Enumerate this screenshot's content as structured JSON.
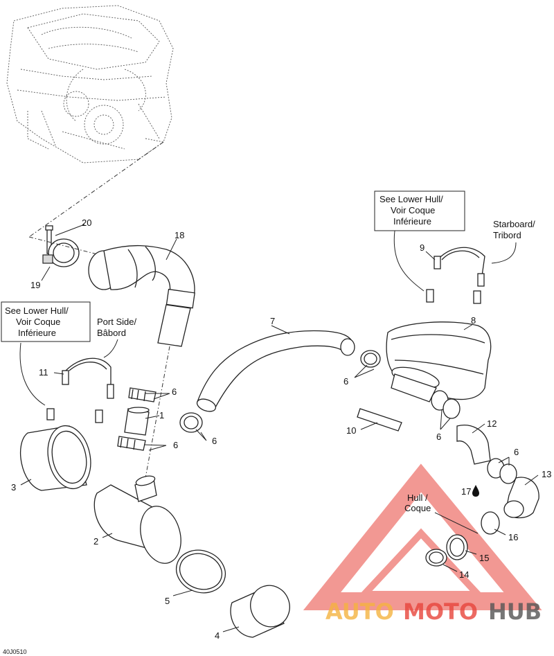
{
  "diagram_id": "40J0510",
  "callouts": {
    "c1": "1",
    "c2": "2",
    "c3": "3",
    "c4": "4",
    "c5": "5",
    "c6a": "6",
    "c6b": "6",
    "c6c": "6",
    "c6d": "6",
    "c6e": "6",
    "c6f": "6",
    "c7": "7",
    "c8": "8",
    "c9": "9",
    "c10": "10",
    "c11": "11",
    "c12": "12",
    "c13": "13",
    "c14": "14",
    "c15": "15",
    "c16": "16",
    "c17": "17",
    "c18": "18",
    "c19": "19",
    "c20": "20"
  },
  "boxes": {
    "right": [
      "See Lower Hull/",
      "Voir Coque",
      "Inférieure"
    ],
    "left": [
      "See Lower Hull/",
      "Voir Coque",
      "Inférieure"
    ]
  },
  "labels": {
    "starboard": [
      "Starboard/",
      "Tribord"
    ],
    "port": [
      "Port Side/",
      "Bâbord"
    ],
    "hull": [
      "Hull /",
      "Coque"
    ]
  },
  "watermark": {
    "a": "AUTO",
    "b": "MOTO",
    "c": "HUB"
  },
  "colors": {
    "watermark_red": "#e8453c",
    "watermark_yellow": "#f5b340",
    "watermark_gray": "#555555"
  }
}
